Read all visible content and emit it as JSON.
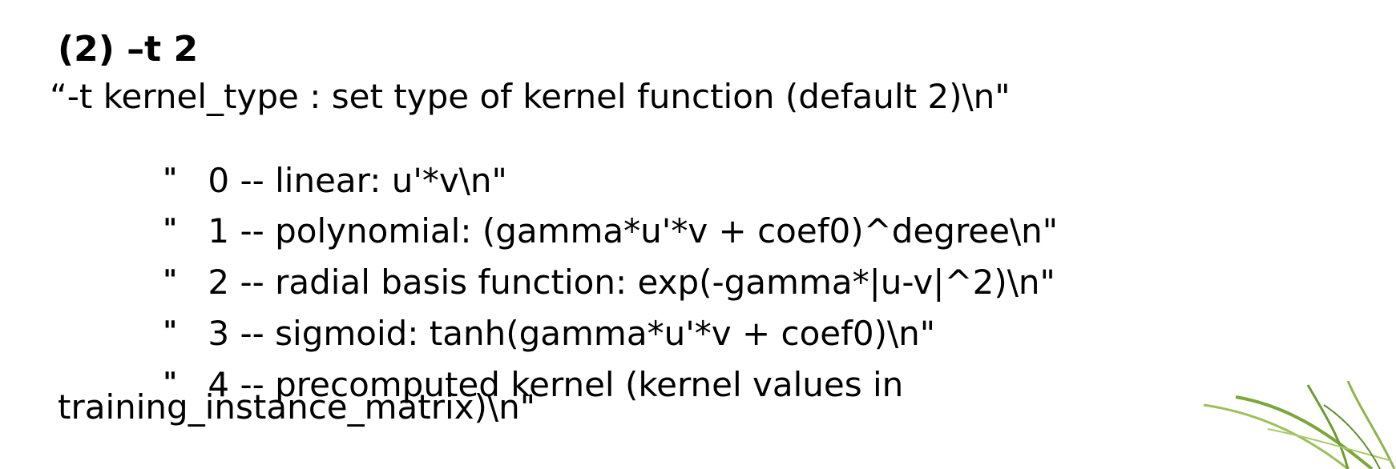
{
  "heading": "(2) –t 2",
  "intro_line": "“-t kernel_type : set type of kernel function (default 2)\\n\"",
  "options": [
    {
      "mark": "\"",
      "text": "0 -- linear: u'*v\\n\""
    },
    {
      "mark": "\"",
      "text": "1 -- polynomial: (gamma*u'*v + coef0)^degree\\n\""
    },
    {
      "mark": "\"",
      "text": "2 -- radial basis function: exp(-gamma*|u-v|^2)\\n\""
    },
    {
      "mark": "\"",
      "text": "3 -- sigmoid: tanh(gamma*u'*v + coef0)\\n\""
    },
    {
      "mark": "\"",
      "text": "4 -- precomputed kernel (kernel values in"
    }
  ],
  "continuation": "training_instance_matrix)\\n\"",
  "colors": {
    "text": "#000000",
    "background": "#ffffff",
    "decor_green": "#7aa63a"
  }
}
